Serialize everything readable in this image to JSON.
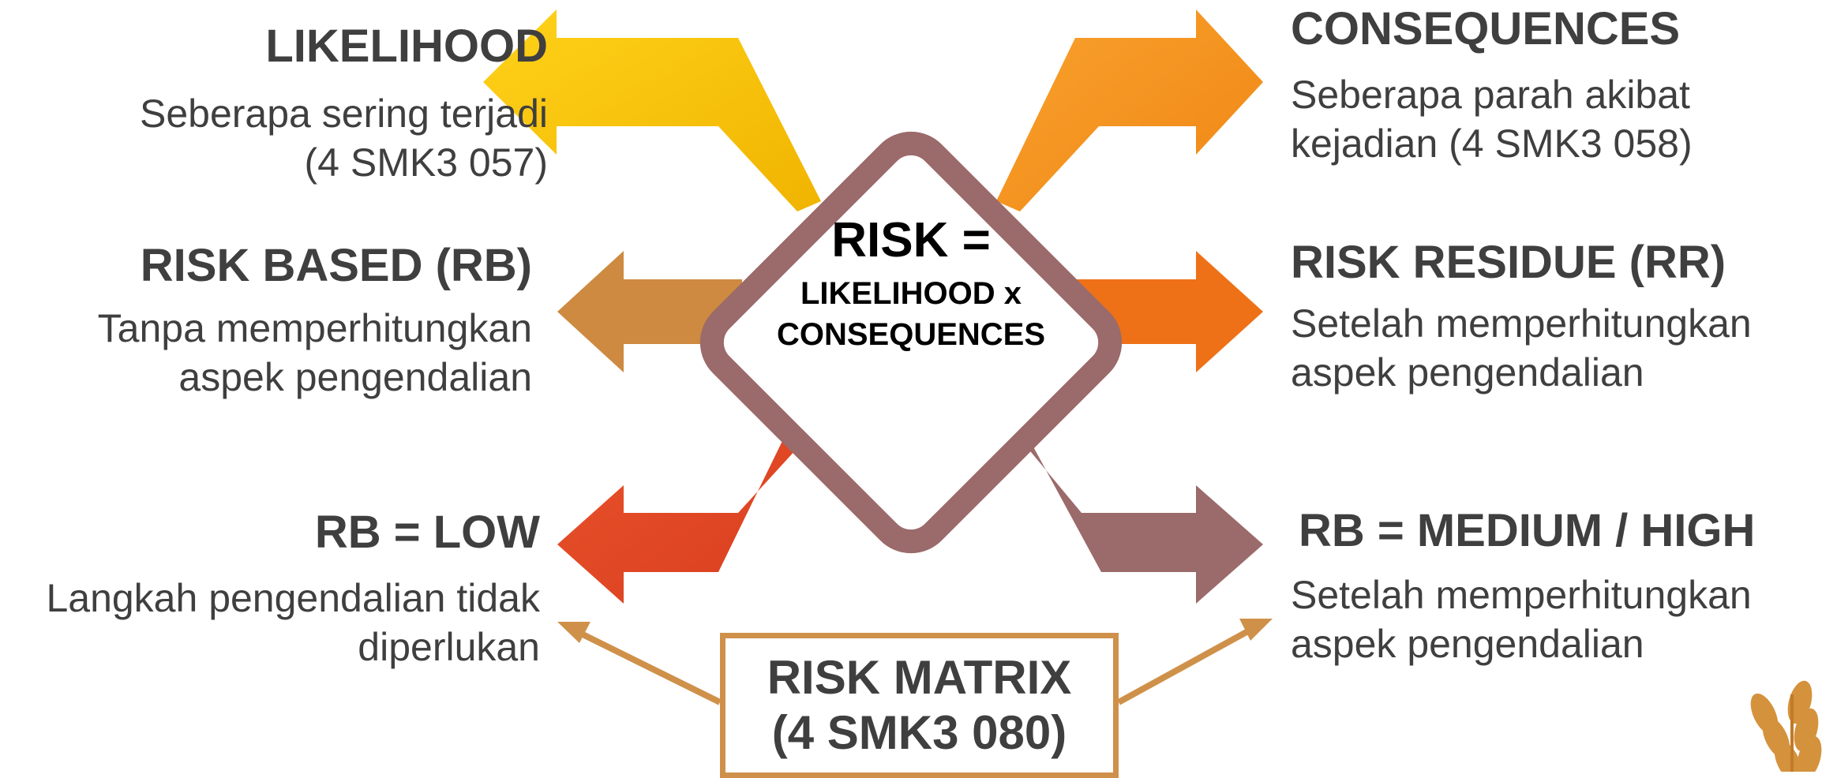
{
  "center": {
    "title": "RISK =",
    "line1": "LIKELIHOOD x",
    "line2": "CONSEQUENCES"
  },
  "nodes": {
    "likelihood": {
      "title": "LIKELIHOOD",
      "desc1": "Seberapa sering terjadi",
      "desc2": "(4 SMK3 057)"
    },
    "consequences": {
      "title": "CONSEQUENCES",
      "desc1": "Seberapa parah akibat",
      "desc2": "kejadian (4 SMK3 058)"
    },
    "risk_based": {
      "title": "RISK BASED (RB)",
      "desc1": "Tanpa memperhitungkan",
      "desc2": "aspek pengendalian"
    },
    "risk_residue": {
      "title": "RISK RESIDUE (RR)",
      "desc1": "Setelah memperhitungkan",
      "desc2": "aspek pengendalian"
    },
    "rb_low": {
      "title": "RB = LOW",
      "desc1": "Langkah pengendalian tidak",
      "desc2": "diperlukan"
    },
    "rb_medium_high": {
      "title": "RB = MEDIUM / HIGH",
      "desc1": "Setelah memperhitungkan",
      "desc2": "aspek pengendalian"
    }
  },
  "risk_matrix": {
    "line1": "RISK MATRIX",
    "line2": "(4 SMK3 080)"
  },
  "colors": {
    "likelihood_arrow": "#fbc20b",
    "consequences_arrow": "#f7931e",
    "risk_based_arrow": "#cd8a40",
    "risk_residue_arrow": "#ee7118",
    "rb_low_arrow": "#e54725",
    "rb_medium_high_arrow": "#9b6a6a",
    "diamond_border": "#9b6a6a",
    "matrix_border": "#cf914a",
    "text": "#3f3f3f"
  }
}
